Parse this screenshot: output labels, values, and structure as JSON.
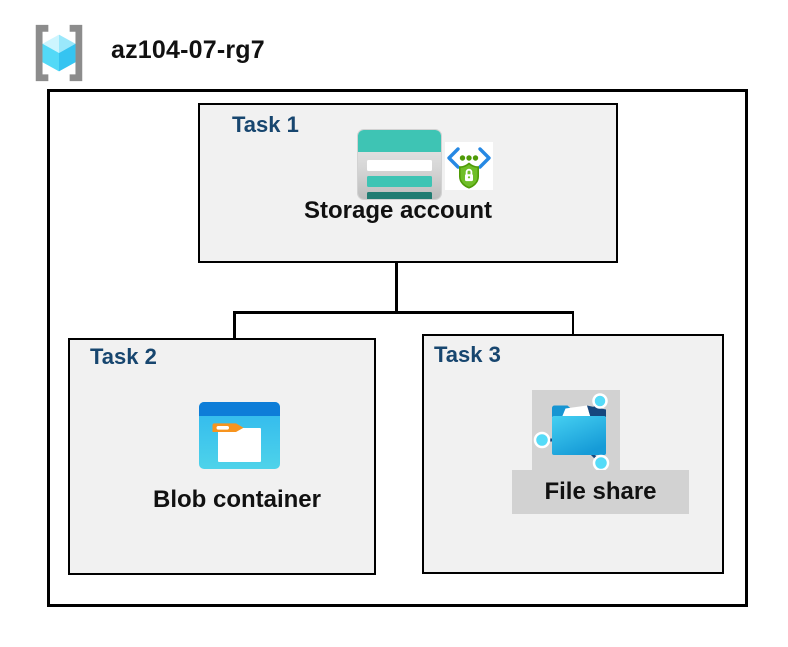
{
  "header": {
    "resource_group_name": "az104-07-rg7",
    "icon": "resource-group-icon"
  },
  "tasks": [
    {
      "id": "task1",
      "label": "Task 1",
      "resource": "Storage account",
      "icons": [
        "storage-account-icon",
        "sas-shield-icon"
      ]
    },
    {
      "id": "task2",
      "label": "Task 2",
      "resource": "Blob container",
      "icons": [
        "blob-container-icon"
      ]
    },
    {
      "id": "task3",
      "label": "Task 3",
      "resource": "File share",
      "icons": [
        "file-share-icon"
      ]
    }
  ],
  "connections": [
    {
      "from": "Storage account",
      "to": "Blob container"
    },
    {
      "from": "Storage account",
      "to": "File share"
    }
  ],
  "colors": {
    "task_label": "#17466F",
    "task_box_fill": "#F1F1F1",
    "box_border": "#000000",
    "storage_teal": "#3EC4B4",
    "storage_teal_dark": "#217C72",
    "blob_blue_header": "#0D7DD8",
    "blob_cyan": "#38C2EE",
    "fileshare_gray_bg": "#D2D2D2",
    "fileshare_navy": "#16477D",
    "node_cyan": "#55DBF8",
    "sas_green": "#6FBE27",
    "sas_green_dark": "#4F9B07",
    "sas_blue": "#2688E3",
    "rg_bracket_gray": "#8C8C8C"
  }
}
